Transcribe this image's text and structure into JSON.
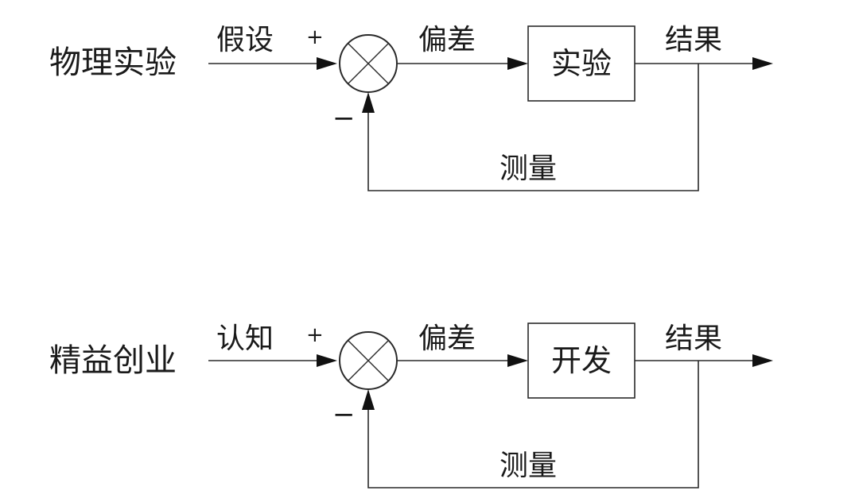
{
  "diagrams": [
    {
      "title": "物理实验",
      "input_label": "假设",
      "plus_sign": "+",
      "minus_sign": "−",
      "error_label": "偏差",
      "process_label": "实验",
      "output_label": "结果",
      "feedback_label": "测量"
    },
    {
      "title": "精益创业",
      "input_label": "认知",
      "plus_sign": "+",
      "minus_sign": "−",
      "error_label": "偏差",
      "process_label": "开发",
      "output_label": "结果",
      "feedback_label": "测量"
    }
  ]
}
